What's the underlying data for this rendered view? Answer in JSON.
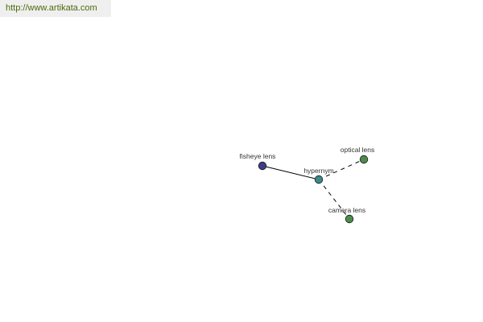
{
  "site_link": {
    "text": "http://www.artikata.com"
  },
  "graph": {
    "nodes": [
      {
        "id": "fisheye",
        "label": "fisheye lens",
        "color": "#3d3d88"
      },
      {
        "id": "hypernym",
        "label": "hypernym",
        "color": "#3c8a86"
      },
      {
        "id": "optical",
        "label": "optical lens",
        "color": "#4c8c4c"
      },
      {
        "id": "camera",
        "label": "camera lens",
        "color": "#4c8c4c"
      }
    ],
    "edges": [
      {
        "from": "fisheye",
        "to": "hypernym",
        "style": "solid"
      },
      {
        "from": "hypernym",
        "to": "optical",
        "style": "dashed"
      },
      {
        "from": "hypernym",
        "to": "camera",
        "style": "dashed"
      }
    ]
  }
}
